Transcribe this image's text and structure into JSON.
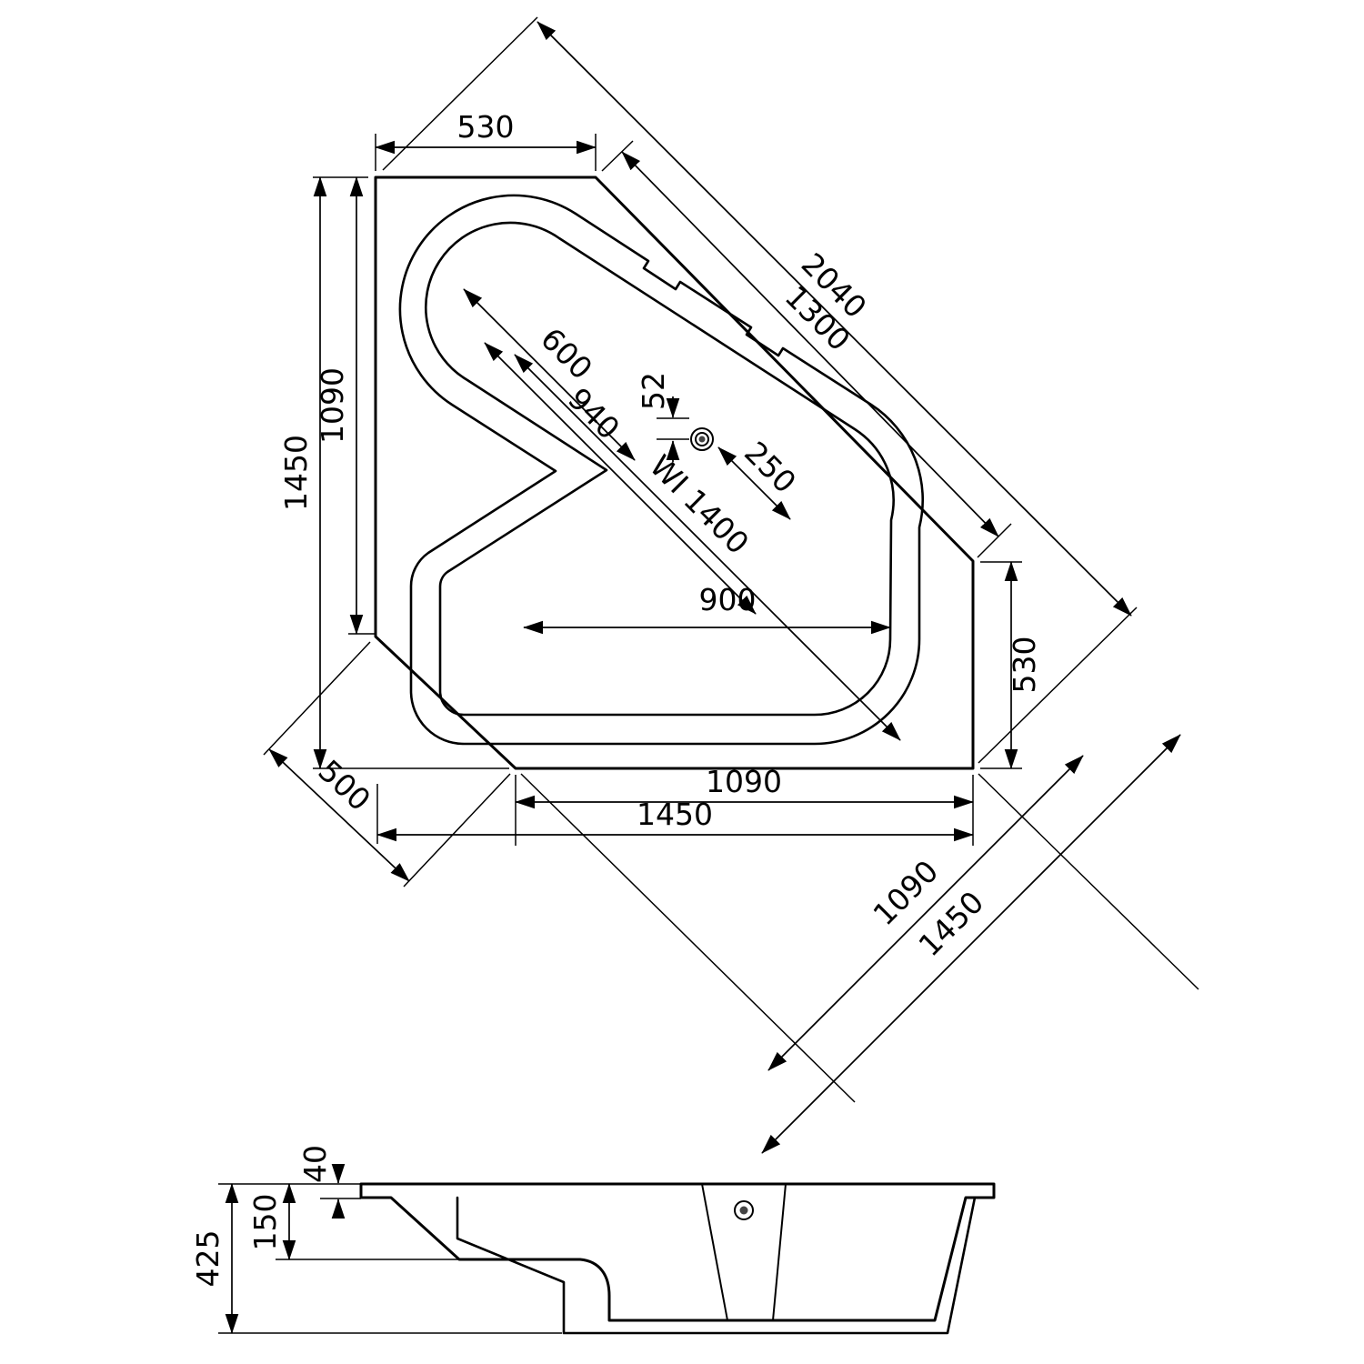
{
  "colors": {
    "ink": "#000000",
    "paper": "#ffffff"
  },
  "dims": {
    "top_width": "530",
    "overall_diagonal": "2040",
    "front_edge": "1300",
    "left_overall": "1450",
    "left_inner": "1090",
    "well_width_head": "600",
    "well_width_mid": "940",
    "waterline_length": "WI 1400",
    "drain_offset_small": "52",
    "drain_offset": "250",
    "well_width_foot": "900",
    "right_height": "530",
    "bottom_inner": "1090",
    "bottom_overall": "1450",
    "corner_chamfer": "500",
    "diag_inner": "1090",
    "diag_overall": "1450",
    "rim_thickness": "40",
    "rim_to_seat": "150",
    "total_height": "425"
  }
}
